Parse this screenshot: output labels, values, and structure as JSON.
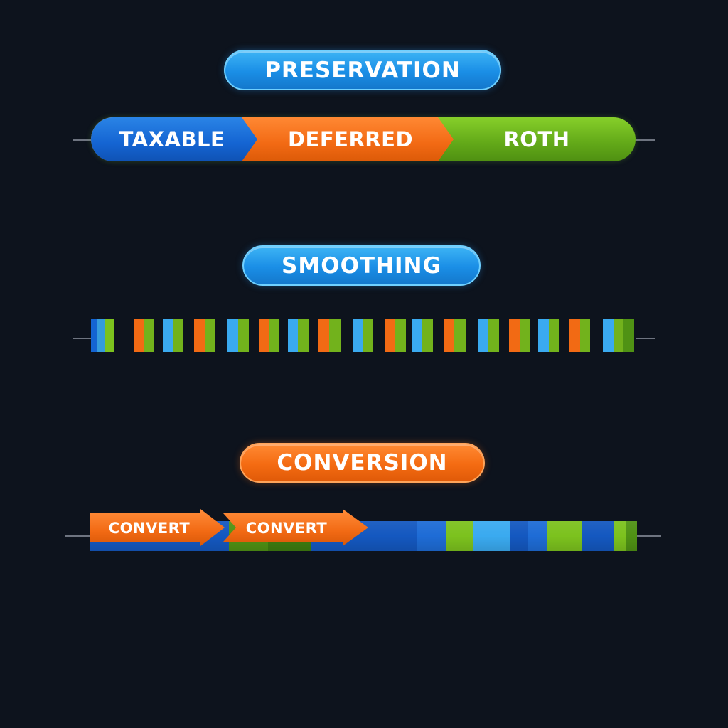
{
  "sections": {
    "preservation": {
      "title": "PRESERVATION",
      "segments": [
        "TAXABLE",
        "DEFERRED",
        "ROTH"
      ]
    },
    "smoothing": {
      "title": "SMOOTHING"
    },
    "conversion": {
      "title": "CONVERSION",
      "arrows": [
        "CONVERT",
        "CONVERT"
      ]
    }
  },
  "colors": {
    "background": "#0d131d",
    "taxable_blue": "#1464d2",
    "deferred_orange": "#f26a14",
    "roth_green": "#6cb41c",
    "light_blue": "#3aaaf0",
    "dark_green": "#4a8c14"
  }
}
